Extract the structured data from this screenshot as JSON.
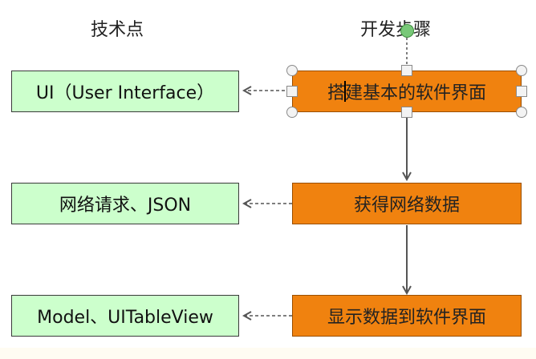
{
  "headers": {
    "tech_points": "技术点",
    "dev_steps": "开发步骤"
  },
  "steps": [
    {
      "label_before_caret": "搭",
      "label_after_caret": "建基本的软件界面",
      "selected": true
    },
    {
      "label": "获得网络数据"
    },
    {
      "label": "显示数据到软件界面"
    }
  ],
  "tech_points": [
    {
      "label": "UI（User Interface）"
    },
    {
      "label": "网络请求、JSON"
    },
    {
      "label": "Model、UITableView"
    }
  ],
  "colors": {
    "step_fill": "#f0820f",
    "tech_fill": "#ccffcc",
    "connector": "#555555",
    "rotate_handle": "#78c878"
  }
}
